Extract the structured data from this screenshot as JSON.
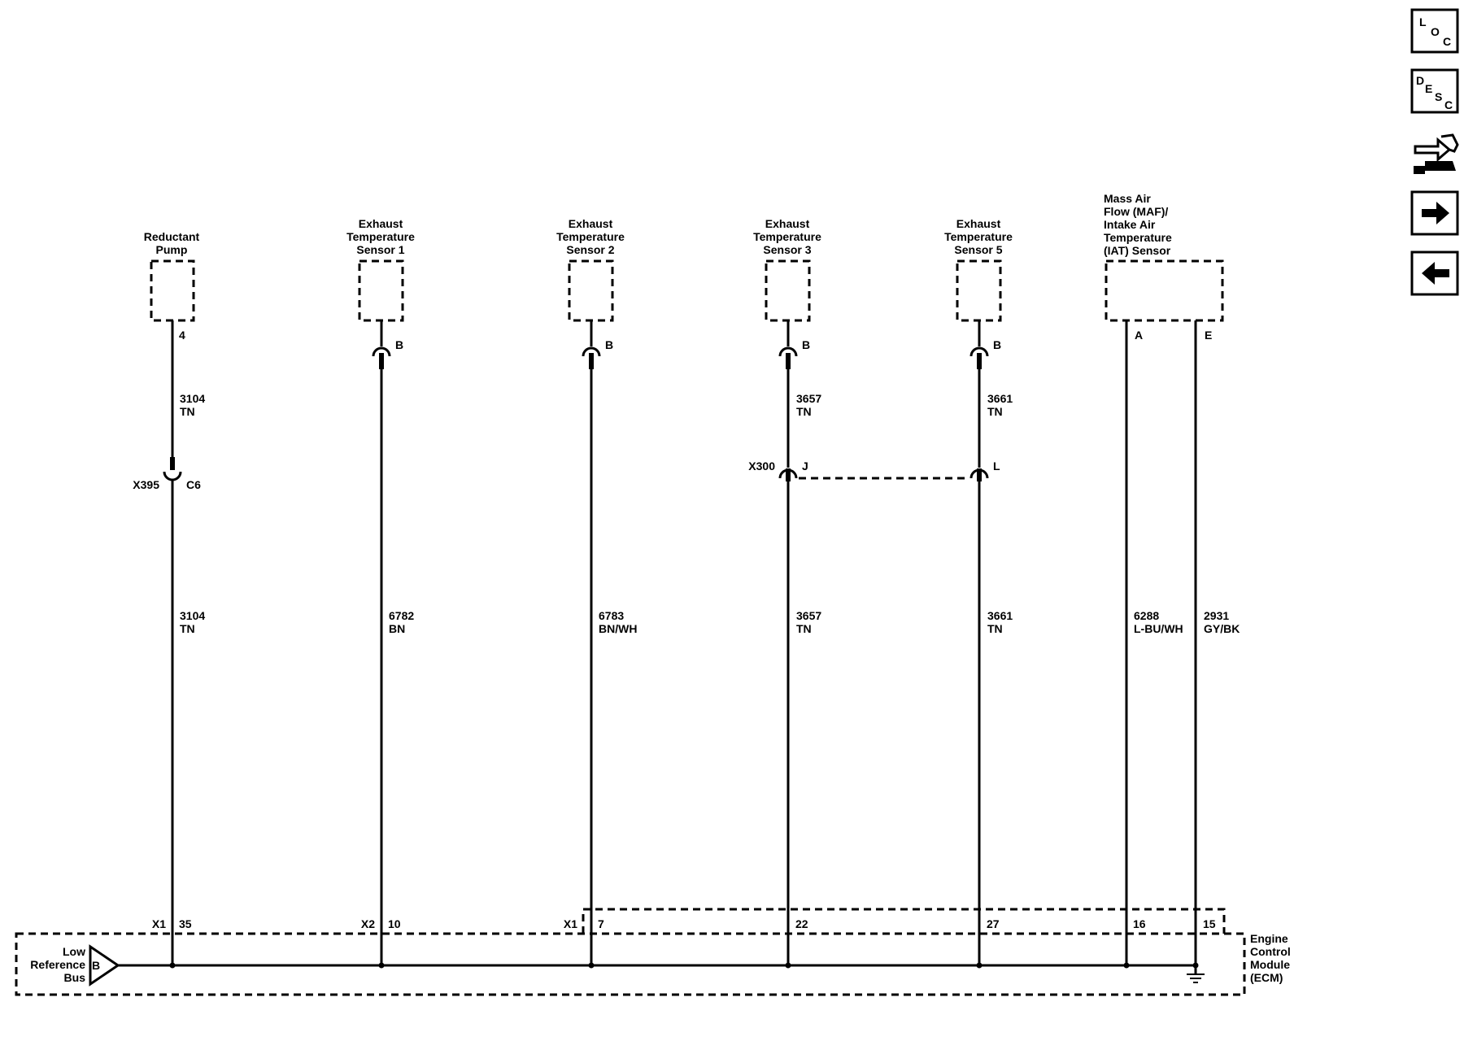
{
  "components": [
    {
      "id": "reductant",
      "lines": [
        "Reductant",
        "Pump"
      ]
    },
    {
      "id": "ets1",
      "lines": [
        "Exhaust",
        "Temperature",
        "Sensor 1"
      ]
    },
    {
      "id": "ets2",
      "lines": [
        "Exhaust",
        "Temperature",
        "Sensor 2"
      ]
    },
    {
      "id": "ets3",
      "lines": [
        "Exhaust",
        "Temperature",
        "Sensor 3"
      ]
    },
    {
      "id": "ets5",
      "lines": [
        "Exhaust",
        "Temperature",
        "Sensor 5"
      ]
    },
    {
      "id": "maf",
      "lines": [
        "Mass Air",
        "Flow (MAF)/",
        "Intake Air",
        "Temperature",
        "(IAT) Sensor"
      ]
    }
  ],
  "pins": {
    "reductant": "4",
    "ets1": "B",
    "ets2": "B",
    "ets3": "B",
    "ets5": "B",
    "maf_a": "A",
    "maf_e": "E"
  },
  "upper_wires": {
    "reductant": {
      "circuit": "3104",
      "color": "TN"
    },
    "ets3": {
      "circuit": "3657",
      "color": "TN"
    },
    "ets5": {
      "circuit": "3661",
      "color": "TN"
    }
  },
  "lower_wires": {
    "reductant": {
      "circuit": "3104",
      "color": "TN"
    },
    "ets1": {
      "circuit": "6782",
      "color": "BN"
    },
    "ets2": {
      "circuit": "6783",
      "color": "BN/WH"
    },
    "ets3": {
      "circuit": "3657",
      "color": "TN"
    },
    "ets5": {
      "circuit": "3661",
      "color": "TN"
    },
    "maf_a": {
      "circuit": "6288",
      "color": "L-BU/WH"
    },
    "maf_e": {
      "circuit": "2931",
      "color": "GY/BK"
    }
  },
  "connectors": {
    "x395": {
      "name": "X395",
      "pin": "C6"
    },
    "x300": {
      "name": "X300",
      "pin_j": "J",
      "pin_l": "L"
    }
  },
  "ecm": {
    "name_lines": [
      "Engine",
      "Control",
      "Module",
      "(ECM)"
    ],
    "ref_lines": [
      "Low",
      "Reference",
      "Bus"
    ],
    "ref_letter": "B",
    "pins": [
      {
        "connector": "X1",
        "pin": "35"
      },
      {
        "connector": "X2",
        "pin": "10"
      },
      {
        "connector": "X1",
        "pin": "7"
      },
      {
        "connector": "",
        "pin": "22"
      },
      {
        "connector": "",
        "pin": "27"
      },
      {
        "connector": "",
        "pin": "16"
      },
      {
        "connector": "",
        "pin": "15"
      }
    ]
  },
  "nav": {
    "loc": [
      "L",
      "O",
      "C"
    ],
    "desc": [
      "D",
      "E",
      "S",
      "C"
    ],
    "icons": [
      "schematic-tool-icon",
      "arrow-right-icon",
      "arrow-left-icon"
    ]
  }
}
